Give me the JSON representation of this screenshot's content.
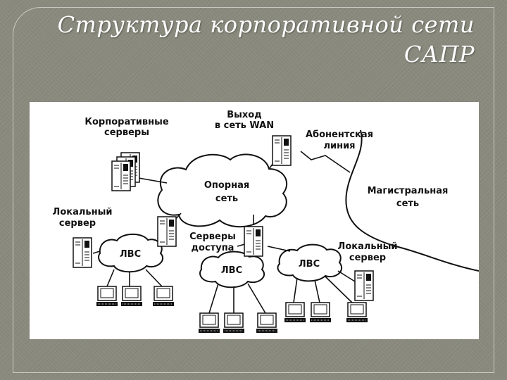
{
  "slide": {
    "title_line1": "Структура корпоративной сети",
    "title_line2": "САПР"
  },
  "diagram": {
    "labels": {
      "corporate_servers_1": "Корпоративные",
      "corporate_servers_2": "серверы",
      "wan_exit_1": "Выход",
      "wan_exit_2": "в сеть WAN",
      "subscriber_line_1": "Абонентская",
      "subscriber_line_2": "линия",
      "backbone_1": "Опорная",
      "backbone_2": "сеть",
      "trunk_network_1": "Магистральная",
      "trunk_network_2": "сеть",
      "local_server_left_1": "Локальный",
      "local_server_left_2": "сервер",
      "access_servers_1": "Серверы",
      "access_servers_2": "доступа",
      "local_server_right_1": "Локальный",
      "local_server_right_2": "сервер",
      "lan_left": "ЛВС",
      "lan_middle": "ЛВС",
      "lan_right": "ЛВС"
    }
  }
}
